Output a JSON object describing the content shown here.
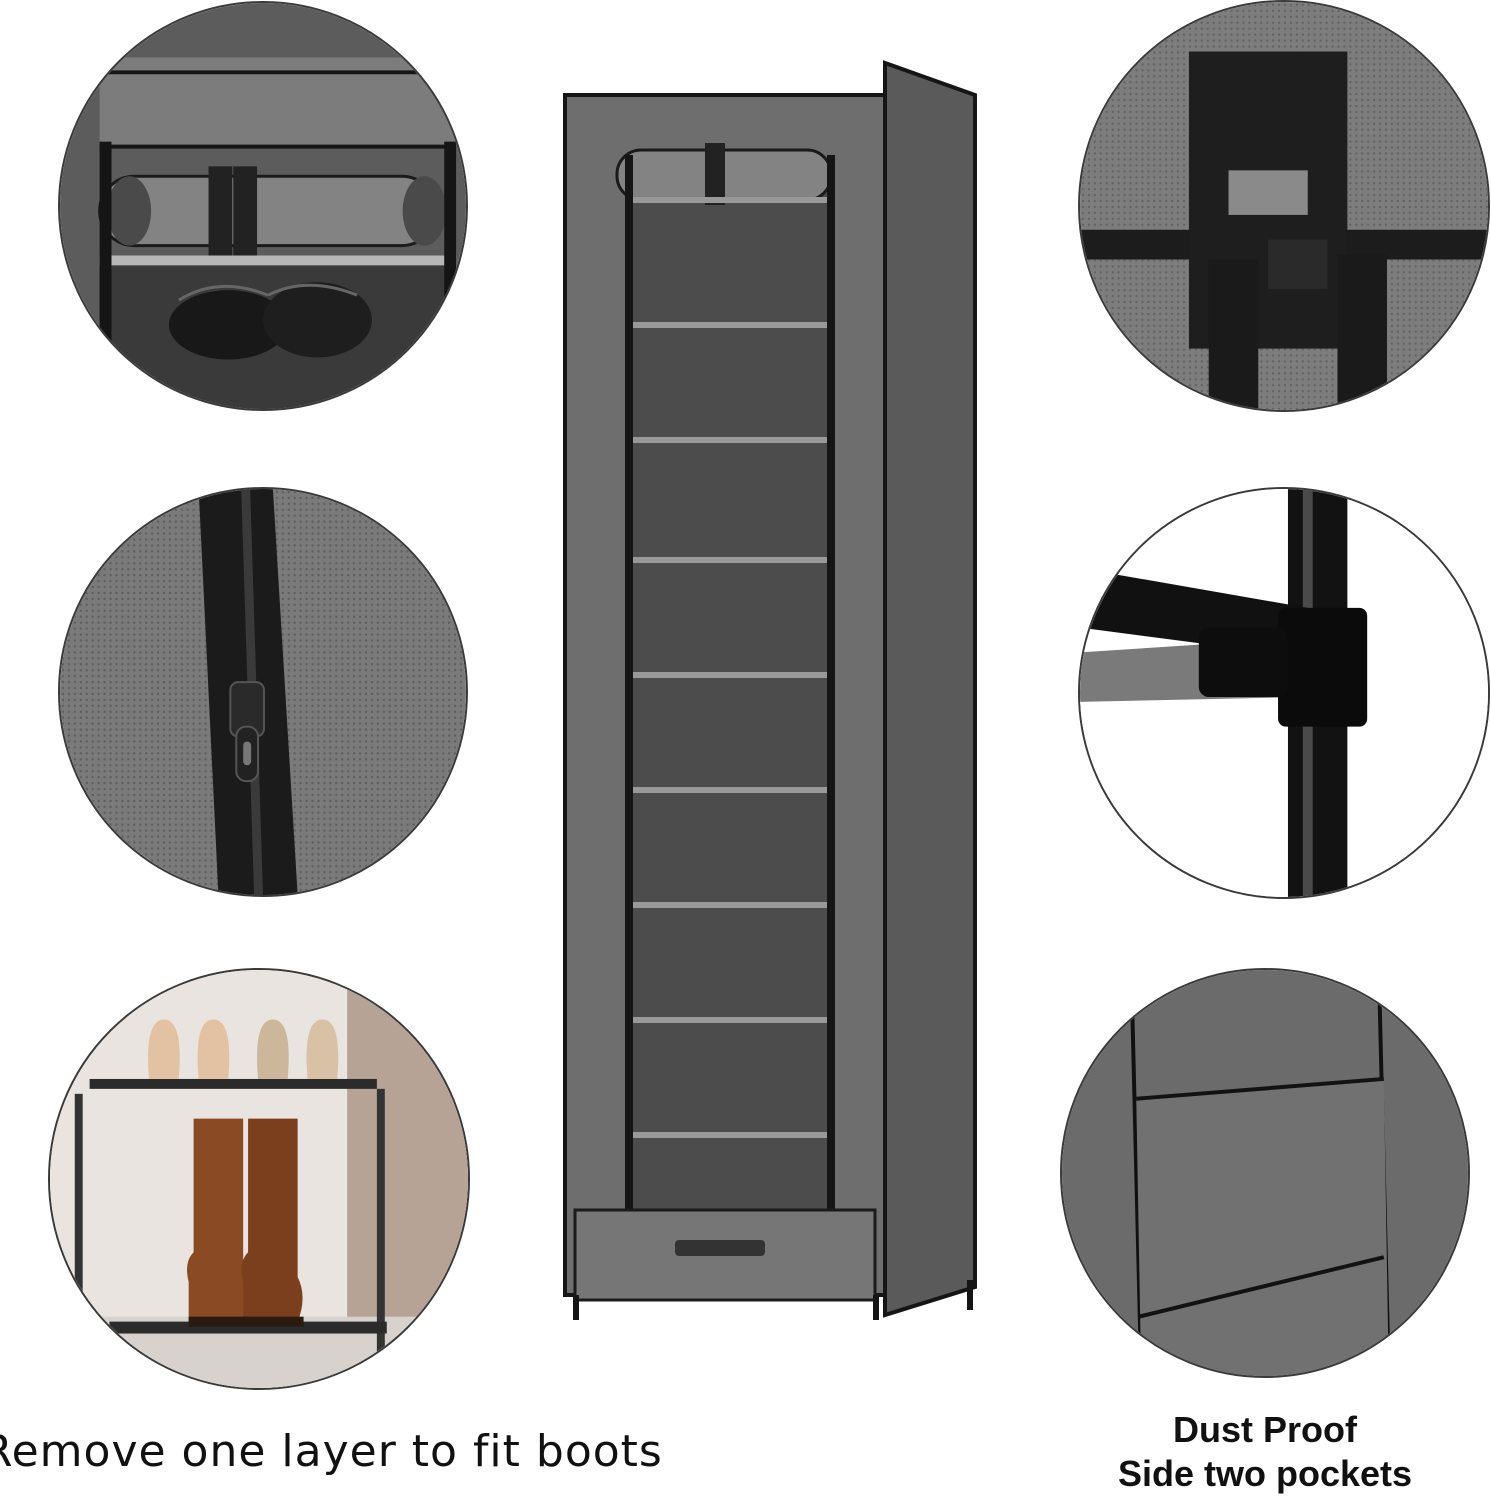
{
  "captions": {
    "left": "Remove one layer to fit boots",
    "right_line1": "Dust Proof",
    "right_line2": "Side two pockets"
  },
  "colors": {
    "fabric": "#6a6a6a",
    "fabric_dark": "#565656",
    "trim": "#1a1a1a",
    "boot": "#8a4a24"
  }
}
